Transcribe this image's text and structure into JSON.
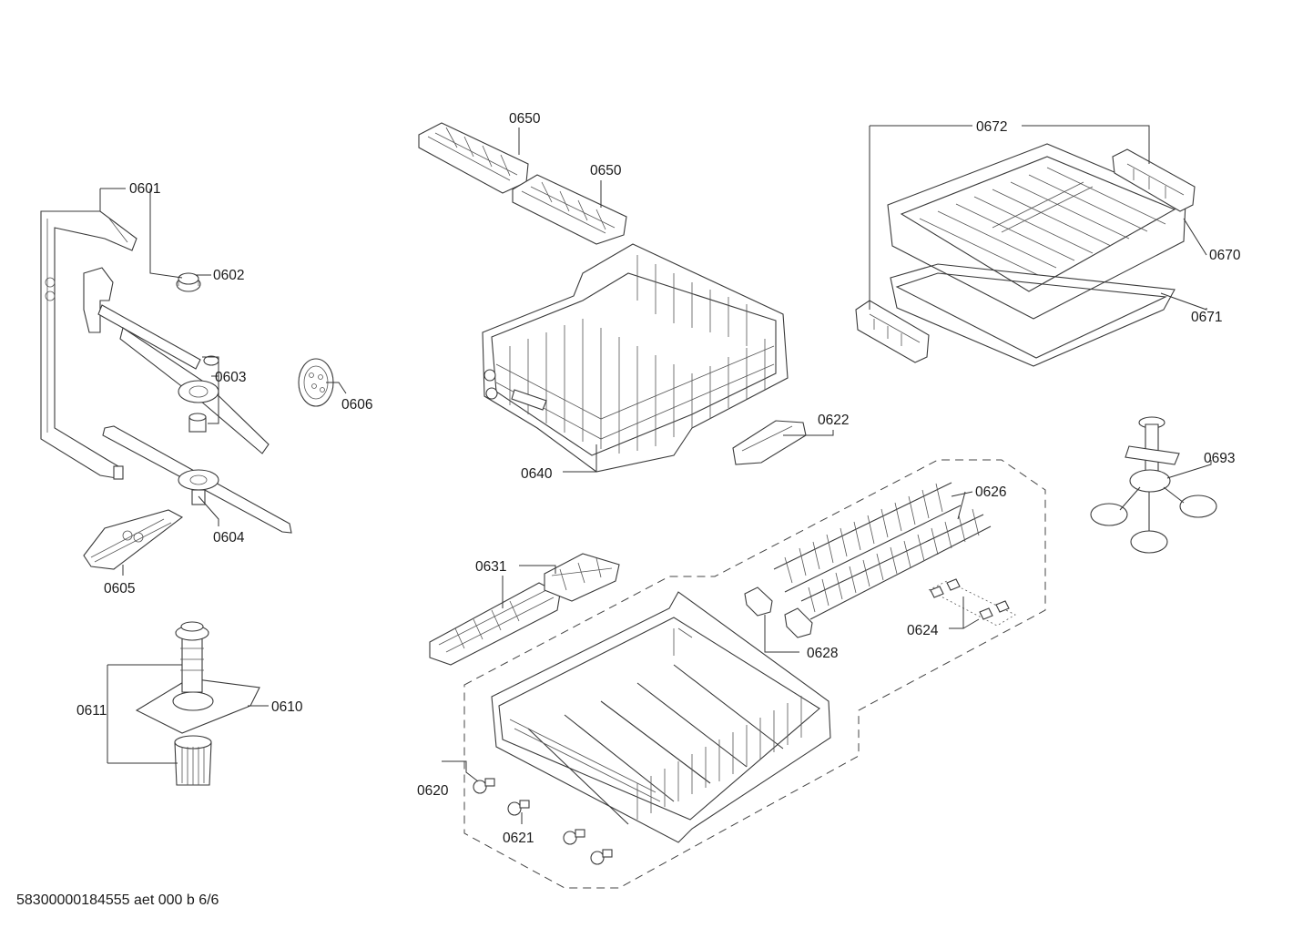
{
  "footer": "58300000184555 aet 000 b 6/6",
  "labels": {
    "p0601": "0601",
    "p0602": "0602",
    "p0603": "0603",
    "p0604": "0604",
    "p0605": "0605",
    "p0606": "0606",
    "p0610": "0610",
    "p0611": "0611",
    "p0620": "0620",
    "p0621": "0621",
    "p0622": "0622",
    "p0624": "0624",
    "p0626": "0626",
    "p0628": "0628",
    "p0631": "0631",
    "p0640": "0640",
    "p0650a": "0650",
    "p0650b": "0650",
    "p0670": "0670",
    "p0671": "0671",
    "p0672": "0672",
    "p0693": "0693"
  }
}
